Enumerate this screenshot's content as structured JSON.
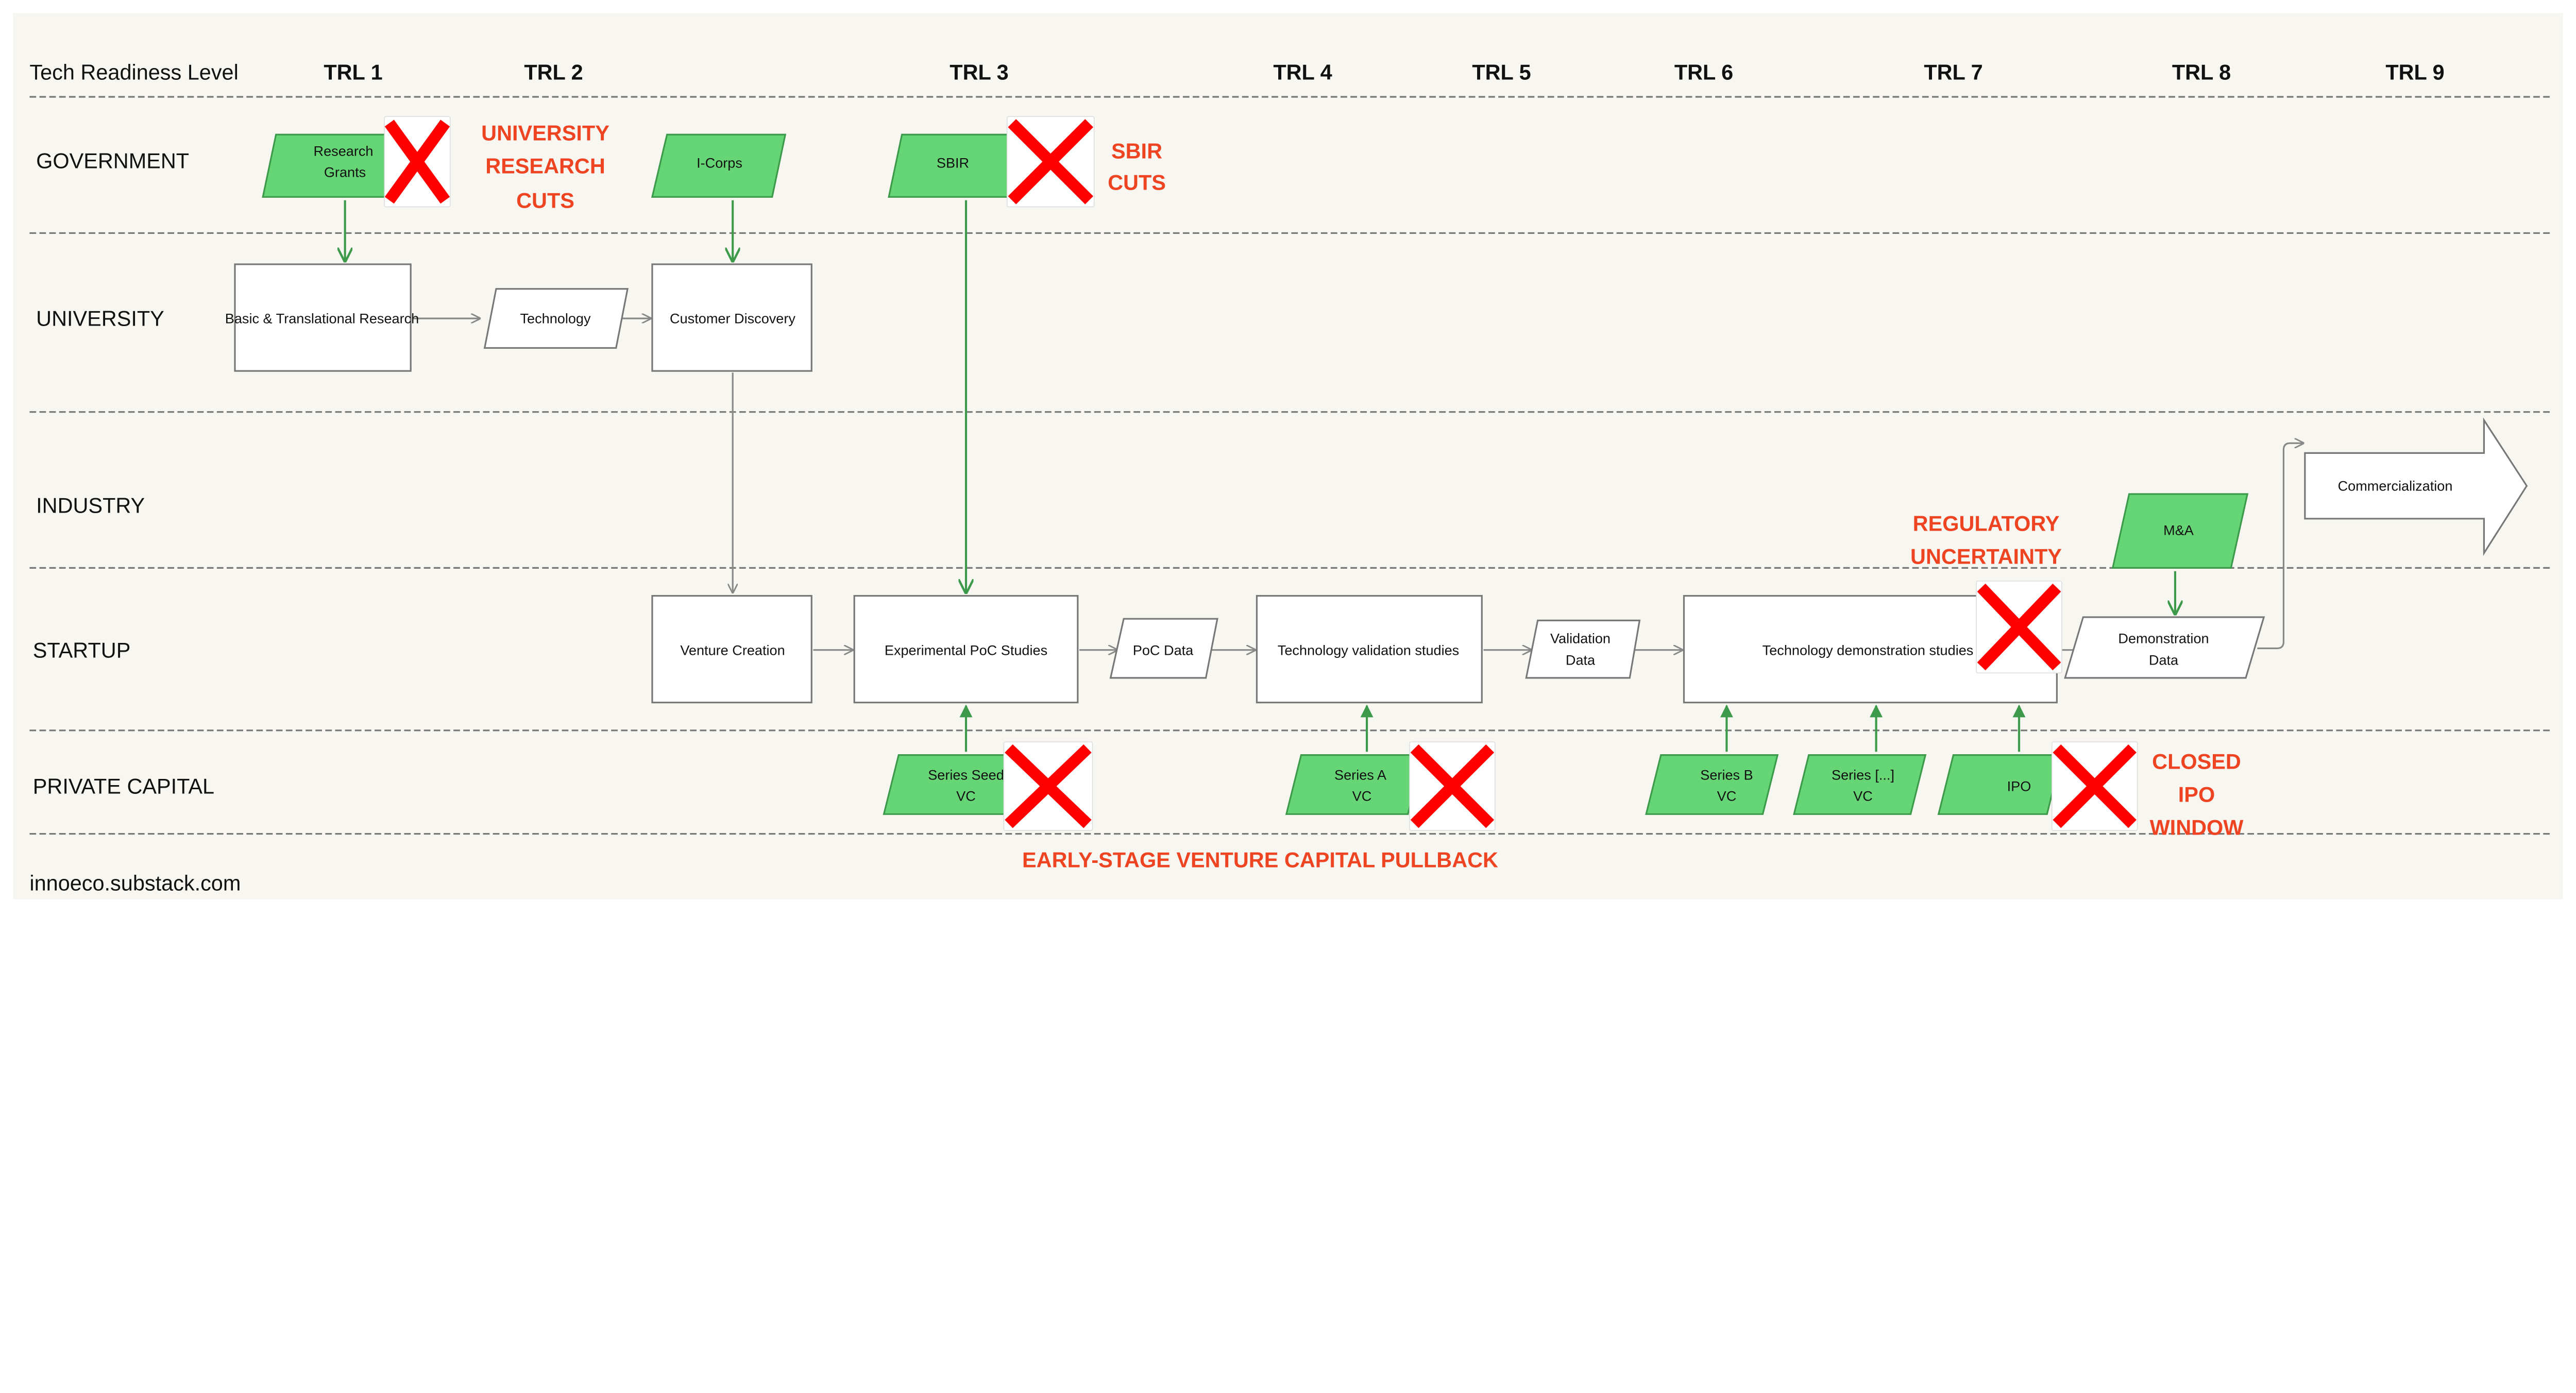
{
  "header": {
    "title": "Tech Readiness Level",
    "levels": [
      "TRL 1",
      "TRL 2",
      "TRL 3",
      "TRL 4",
      "TRL 5",
      "TRL 6",
      "TRL 7",
      "TRL 8",
      "TRL 9"
    ]
  },
  "lanes": [
    "GOVERNMENT",
    "UNIVERSITY",
    "INDUSTRY",
    "STARTUP",
    "PRIVATE CAPITAL"
  ],
  "government": {
    "research_grants": [
      "Research",
      "Grants"
    ],
    "icorps": "I-Corps",
    "sbir": "SBIR"
  },
  "university": {
    "basic_research": "Basic & Translational Research",
    "technology": "Technology",
    "customer_discovery": "Customer Discovery"
  },
  "industry": {
    "ma": "M&A",
    "commercialization": "Commercialization"
  },
  "startup": {
    "venture_creation": "Venture Creation",
    "poc_studies": "Experimental PoC Studies",
    "poc_data": "PoC Data",
    "validation_studies": "Technology validation studies",
    "validation_data": [
      "Validation",
      "Data"
    ],
    "demonstration_studies": "Technology demonstration studies",
    "demonstration_data": [
      "Demonstration",
      "Data"
    ]
  },
  "private_capital": {
    "seed": [
      "Series Seed",
      "VC"
    ],
    "series_a": [
      "Series A",
      "VC"
    ],
    "series_b": [
      "Series B",
      "VC"
    ],
    "series_more": [
      "Series [...]",
      "VC"
    ],
    "ipo": "IPO"
  },
  "callouts": {
    "university_cuts": [
      "UNIVERSITY",
      "RESEARCH",
      "CUTS"
    ],
    "sbir_cuts": [
      "SBIR",
      "CUTS"
    ],
    "regulatory": [
      "REGULATORY",
      "UNCERTAINTY"
    ],
    "ipo_window": [
      "CLOSED",
      "IPO",
      "WINDOW"
    ],
    "vc_pullback": "EARLY-STAGE VENTURE CAPITAL PULLBACK"
  },
  "footer": "innoeco.substack.com",
  "colors": {
    "background": "#f7f6f1",
    "funding_green": "#66d575",
    "cut_red": "#ff0000",
    "callout_red": "#ee4422"
  }
}
